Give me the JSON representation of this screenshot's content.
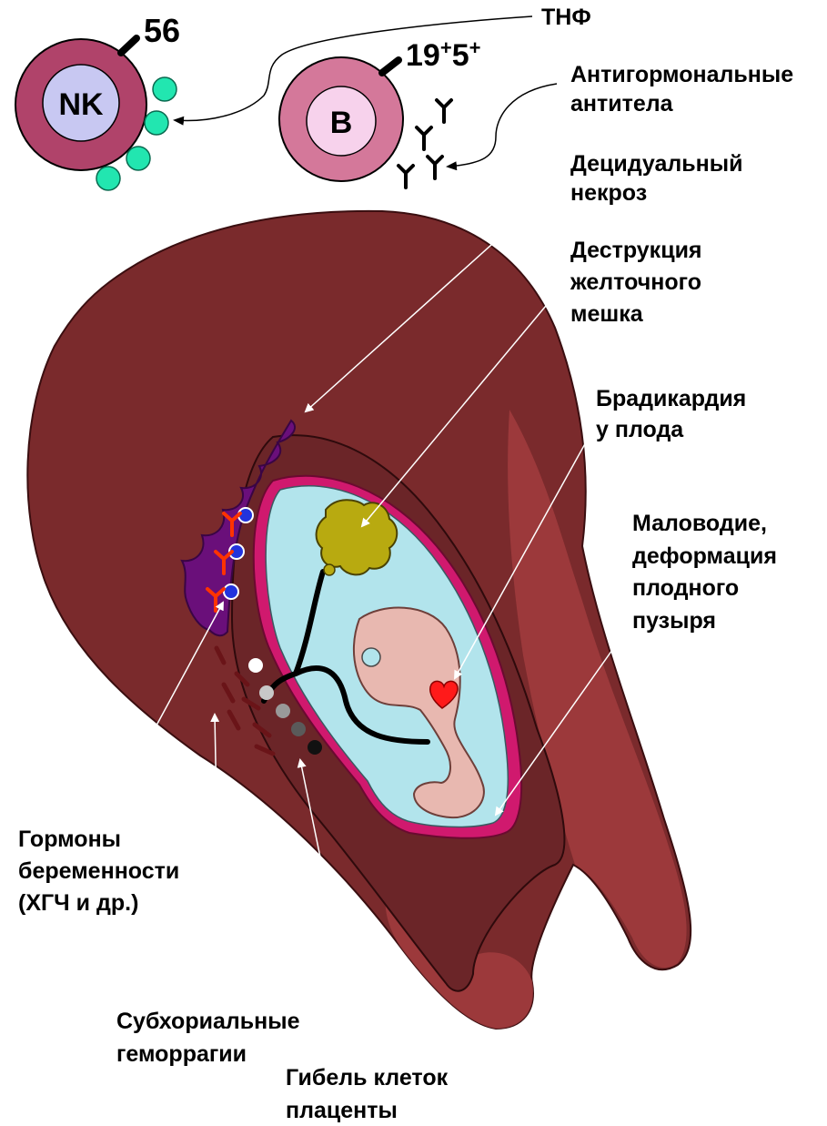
{
  "cells": {
    "nk": {
      "label": "NK",
      "marker": "56"
    },
    "b": {
      "label": "B",
      "marker_base": "19",
      "marker_sup1": "+",
      "marker_mid": "5",
      "marker_sup2": "+"
    }
  },
  "labels": {
    "tnf": "ТНФ",
    "antihormonal": [
      "Антигормональные",
      "антитела"
    ],
    "decidual_necrosis": [
      "Децидуальный",
      "некроз"
    ],
    "yolk_sac_destruction": [
      "Деструкция",
      "желточного",
      "мешка"
    ],
    "bradycardia": [
      "Брадикардия",
      "у плода"
    ],
    "oligohydramnios": [
      "Маловодие,",
      "деформация",
      "плодного",
      "пузыря"
    ],
    "pregnancy_hormones": [
      "Гормоны",
      "беременности",
      "(ХГЧ и др.)"
    ],
    "subchorial_hemorrhage": [
      "Субхориальные",
      "геморрагии"
    ],
    "placental_cell_death": [
      "Гибель клеток",
      "плаценты"
    ]
  },
  "colors": {
    "uterus": "#7a2a2c",
    "uterus_light": "#a23c3e",
    "decidua_necrosis": "#6a0f7a",
    "chorion_band": "#6b2528",
    "amnion_border": "#d0196e",
    "amniotic_fluid": "#b2e4ec",
    "embryo": "#e8b8b0",
    "yolk_sac": "#b8aa10",
    "heart": "#ff1a1a",
    "nk_outer": "#b0436a",
    "nk_inner": "#c8c8f2",
    "b_outer": "#d4789a",
    "b_inner": "#f7d2ec",
    "tnf_granule": "#22e6b0",
    "hormone": "#2233dd",
    "antibody_red": "#ff3300",
    "hemorrhage": "#6a1418"
  }
}
